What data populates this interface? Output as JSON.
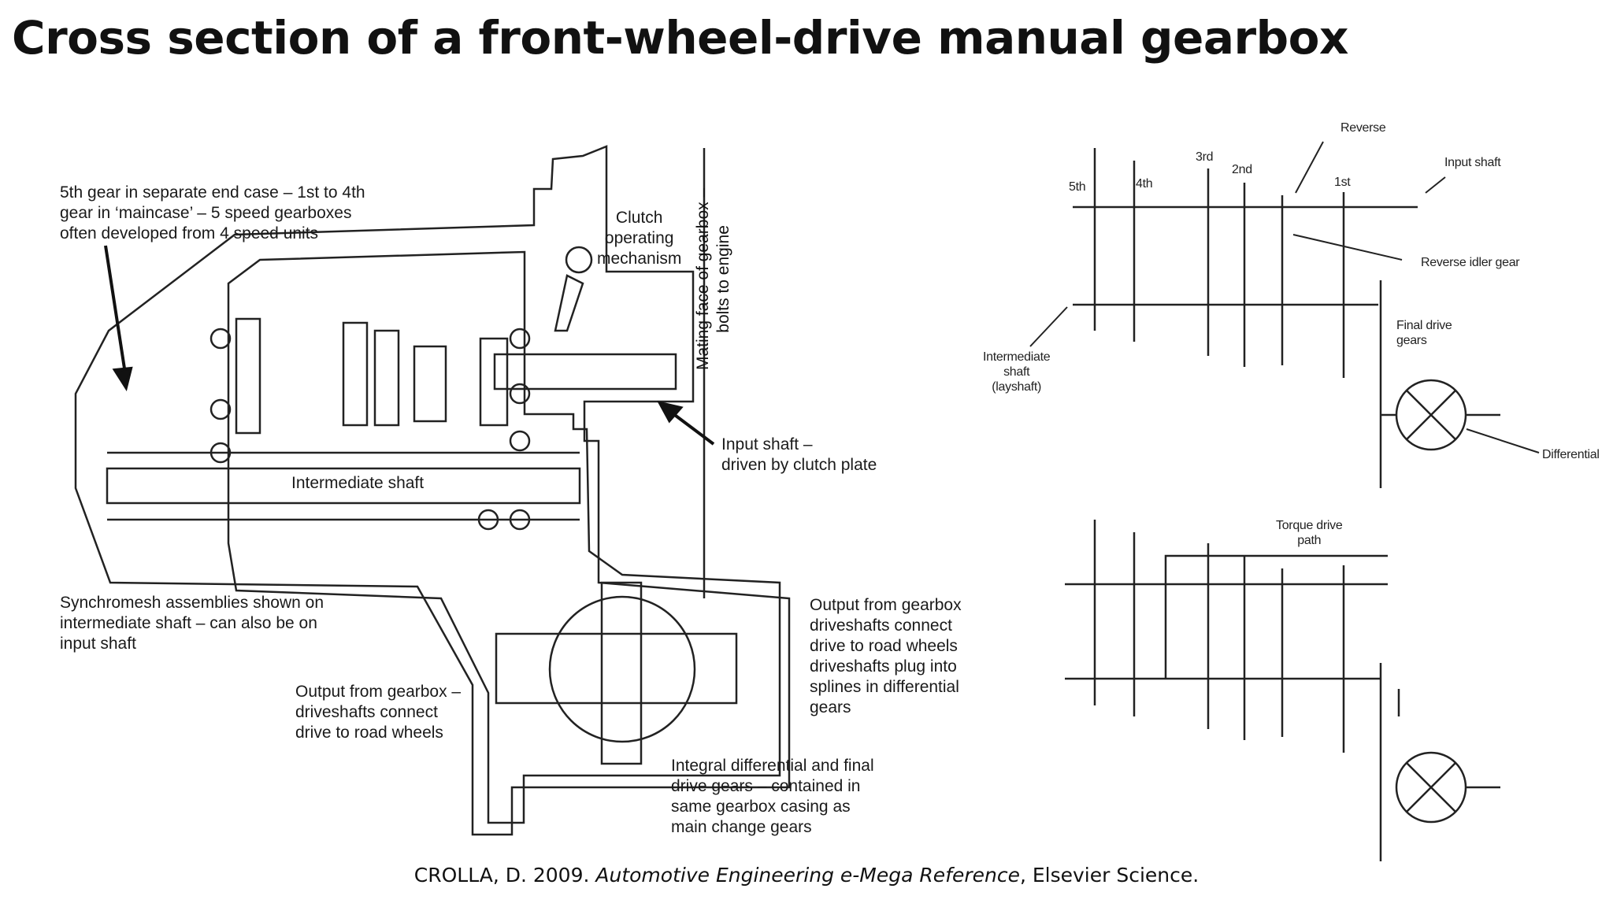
{
  "title": "Cross section of a front-wheel-drive manual gearbox",
  "cross_section": {
    "labels": {
      "fifth_gear": "5th gear in separate end case – 1st to 4th\ngear in ‘maincase’ – 5 speed gearboxes\noften developed from 4 speed units",
      "clutch": "Clutch\noperating\nmechanism",
      "mating_face": "Mating face of gearbox –\nbolts to engine",
      "input_shaft": "Input shaft –\ndriven by clutch plate",
      "intermediate_shaft": "Intermediate shaft",
      "synchromesh": "Synchromesh assemblies shown on\nintermediate shaft – can also be on\ninput shaft",
      "output_left": "Output from gearbox –\ndriveshafts connect\ndrive to road wheels",
      "output_right": "Output from gearbox\ndriveshafts connect\ndrive to road wheels\ndriveshafts plug into\nsplines in differential\ngears",
      "integral_diff": "Integral differential and final\ndrive gears – contained in\nsame gearbox casing as\nmain change gears"
    }
  },
  "schematic": {
    "gears": [
      "5th",
      "4th",
      "3rd",
      "2nd",
      "1st"
    ],
    "reverse": "Reverse",
    "input_shaft": "Input shaft",
    "reverse_idler": "Reverse idler gear",
    "final_drive": "Final drive\ngears",
    "intermediate": "Intermediate\nshaft\n(layshaft)",
    "differential": "Differential",
    "torque_path": "Torque drive\npath"
  },
  "citation": {
    "prefix": "CROLLA, D. 2009. ",
    "book": "Automotive Engineering e-Mega Reference",
    "suffix": ", Elsevier Science."
  }
}
